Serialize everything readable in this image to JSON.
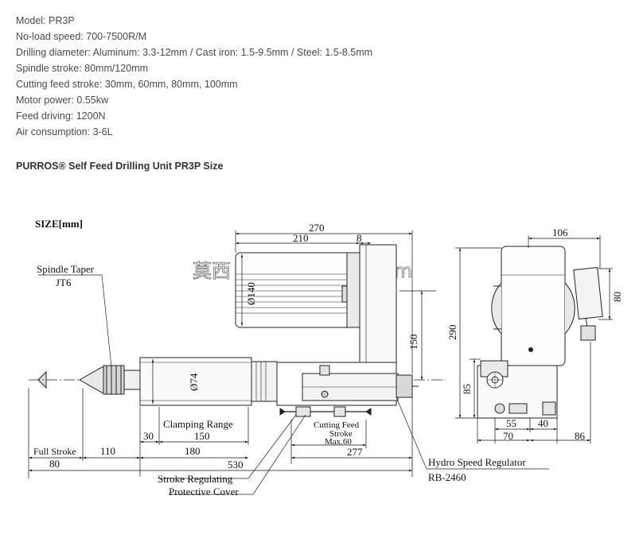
{
  "specs": [
    "Model: PR3P",
    "No-load speed: 700-7500R/M",
    "Drilling diameter: Aluminum: 3.3-12mm / Cast iron: 1.5-9.5mm / Steel: 1.5-8.5mm",
    "Spindle stroke: 80mm/120mm",
    "Cutting feed stroke: 30mm, 60mm, 80mm, 100mm",
    "Motor power: 0.55kw",
    "Feed driving: 1200N",
    "Air consumption: 3-6L"
  ],
  "heading": "PURROS® Self Feed Drilling Unit PR3P Size",
  "diagram": {
    "size_label": "SIZE[mm]",
    "watermark": "莫西  www. 3dmox. com",
    "labels": {
      "spindle_taper": "Spindle Taper",
      "jt6": "JT6",
      "clamping_range": "Clamping Range",
      "full_stroke": "Full Stroke",
      "cutting_feed": "Cutting Feed",
      "stroke": "Stroke",
      "max60": "Max.60",
      "hydro": "Hydro Speed Regulator",
      "rb": "RB-2460",
      "stroke_regulating": "Stroke Regulating",
      "protective_cover": "Protective Cover"
    },
    "dims": {
      "d270": "270",
      "d210": "210",
      "d8": "8",
      "d140": "Ø140",
      "d150v": "150",
      "d74": "Ø74",
      "d30": "30",
      "d150h": "150",
      "d80": "80",
      "d110": "110",
      "d180": "180",
      "d530": "530",
      "d277": "277",
      "d106": "106",
      "d290": "290",
      "d80r": "80",
      "d85": "85",
      "d55": "55",
      "d40": "40",
      "d70": "70",
      "d86": "86"
    }
  }
}
